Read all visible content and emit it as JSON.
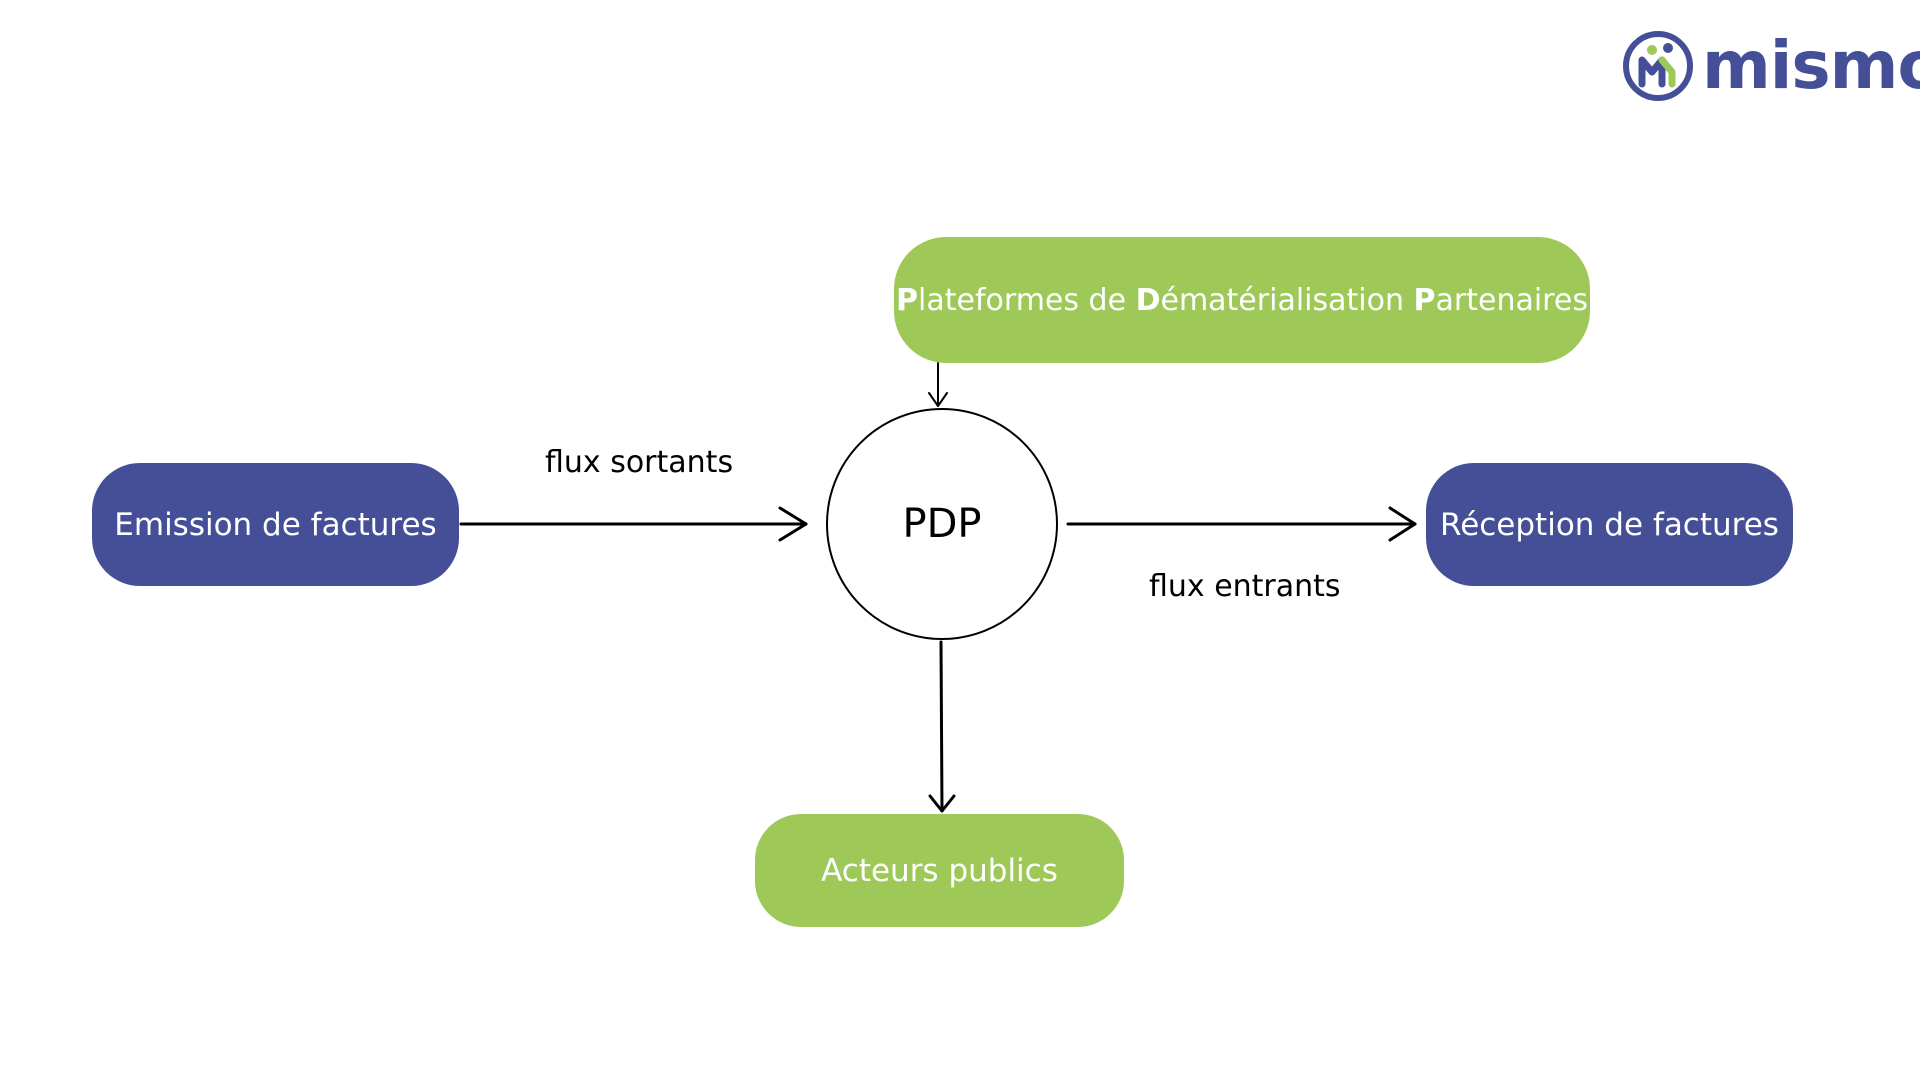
{
  "diagram": {
    "center": "PDP",
    "nodes": {
      "emission": "Emission de factures",
      "reception": "Réception de factures",
      "publics": "Acteurs publics",
      "partners": [
        {
          "initial": "P",
          "rest": "lateformes de "
        },
        {
          "initial": "D",
          "rest": "ématérialisation "
        },
        {
          "initial": "P",
          "rest": "artenaires"
        }
      ]
    },
    "edges": {
      "outgoing_label": "flux sortants",
      "incoming_label": "flux entrants"
    }
  },
  "logo": {
    "text": "mismo",
    "icon": "mismo-logo-icon"
  },
  "colors": {
    "blue": "#454f98",
    "green": "#9ec858"
  }
}
